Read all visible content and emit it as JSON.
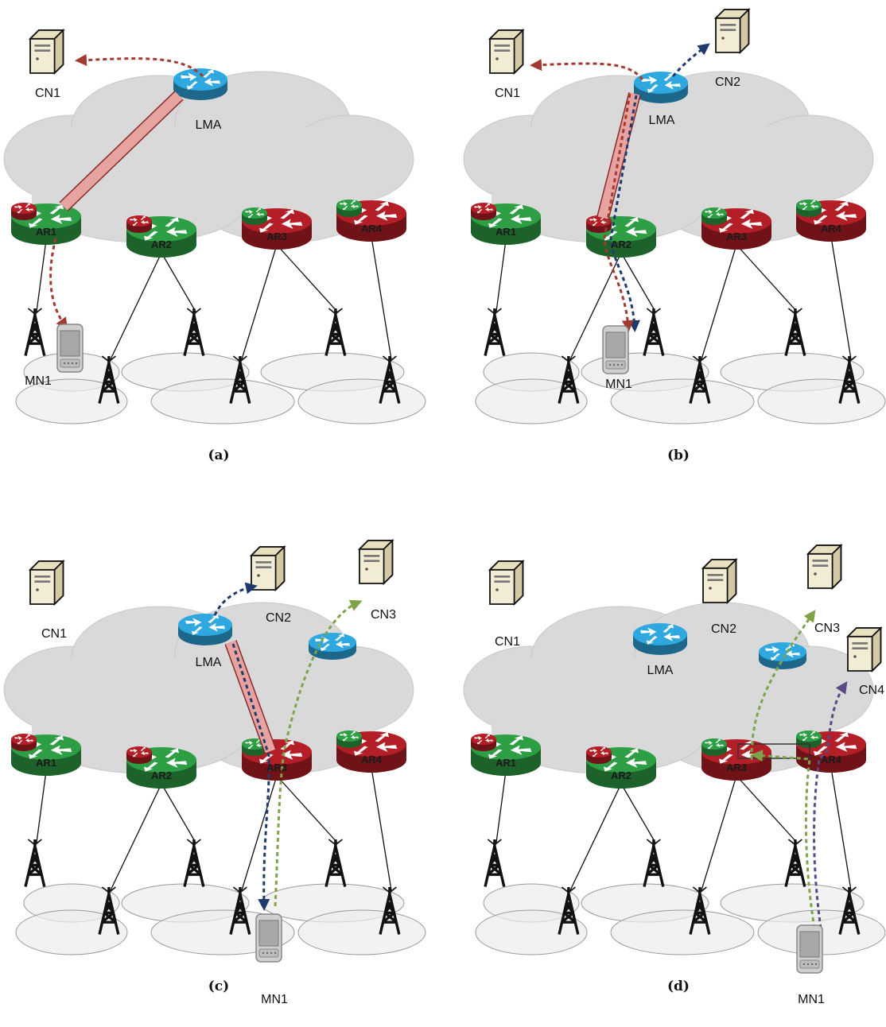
{
  "colors": {
    "cloud": "#d9d9d9",
    "lma": "#2fa8df",
    "ar_green": "#2e9e45",
    "ar_red": "#b41e26",
    "tunnel": "#e6a3a0",
    "flow_red": "#a33a30",
    "flow_blue": "#1f3b6e",
    "flow_green": "#7ea34a",
    "flow_purple": "#5a4a86"
  },
  "icons": {
    "router": "router-icon",
    "server": "server-icon",
    "tower": "cell-tower-icon",
    "phone": "mobile-phone-icon"
  },
  "panels": [
    {
      "id": "a",
      "caption": "(a)",
      "labels": {
        "CN1": "CN1",
        "LMA": "LMA",
        "MN1": "MN1"
      },
      "routers": [
        {
          "label": "AR1",
          "main": "green",
          "small": "red"
        },
        {
          "label": "AR2",
          "main": "green",
          "small": "red"
        },
        {
          "label": "AR3",
          "main": "red",
          "small": "green"
        },
        {
          "label": "AR4",
          "main": "red",
          "small": "green"
        }
      ]
    },
    {
      "id": "b",
      "caption": "(b)",
      "labels": {
        "CN1": "CN1",
        "CN2": "CN2",
        "LMA": "LMA",
        "MN1": "MN1"
      },
      "routers": [
        {
          "label": "AR1",
          "main": "green",
          "small": "red"
        },
        {
          "label": "AR2",
          "main": "green",
          "small": "red"
        },
        {
          "label": "AR3",
          "main": "red",
          "small": "green"
        },
        {
          "label": "AR4",
          "main": "red",
          "small": "green"
        }
      ]
    },
    {
      "id": "c",
      "caption": "(c)",
      "labels": {
        "CN1": "CN1",
        "CN2": "CN2",
        "CN3": "CN3",
        "LMA": "LMA",
        "MN1": "MN1"
      },
      "routers": [
        {
          "label": "AR1",
          "main": "green",
          "small": "red"
        },
        {
          "label": "AR2",
          "main": "green",
          "small": "red"
        },
        {
          "label": "AR3",
          "main": "red",
          "small": "green"
        },
        {
          "label": "AR4",
          "main": "red",
          "small": "green"
        }
      ]
    },
    {
      "id": "d",
      "caption": "(d)",
      "labels": {
        "CN1": "CN1",
        "CN2": "CN2",
        "CN3": "CN3",
        "CN4": "CN4",
        "LMA": "LMA",
        "MN1": "MN1"
      },
      "routers": [
        {
          "label": "AR1",
          "main": "green",
          "small": "red"
        },
        {
          "label": "AR2",
          "main": "green",
          "small": "red"
        },
        {
          "label": "AR3",
          "main": "red",
          "small": "green"
        },
        {
          "label": "AR4",
          "main": "red",
          "small": "green"
        }
      ]
    }
  ]
}
